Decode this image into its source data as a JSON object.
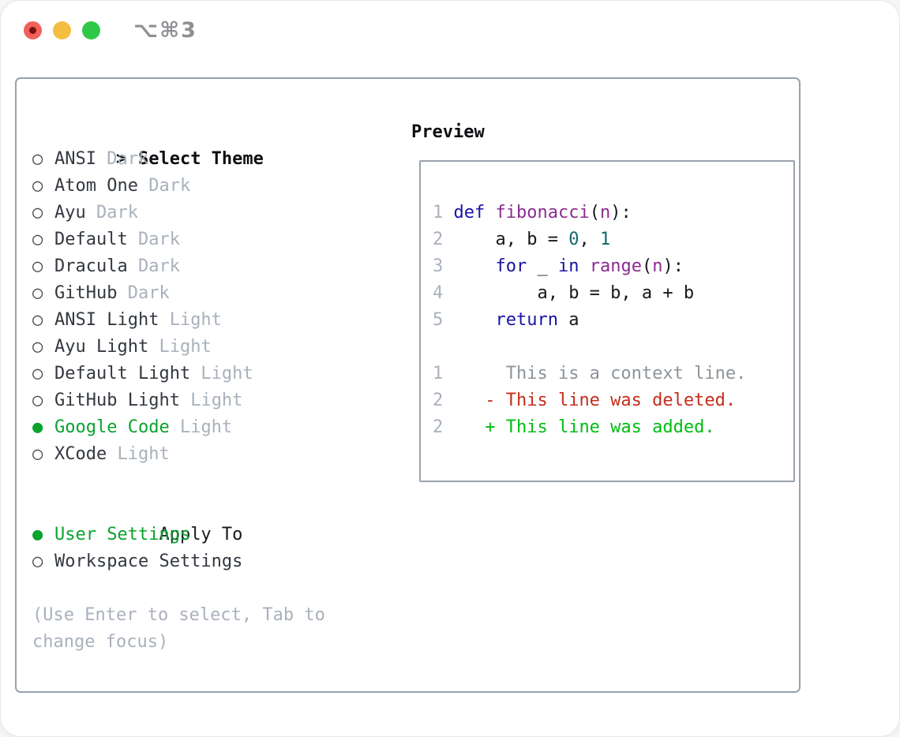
{
  "window": {
    "title_shortcut": "⌥⌘3"
  },
  "theme_panel": {
    "prompt": ">",
    "title": "Select Theme",
    "themes": [
      {
        "name": "ANSI",
        "variant": "Dark",
        "selected": false
      },
      {
        "name": "Atom One",
        "variant": "Dark",
        "selected": false
      },
      {
        "name": "Ayu",
        "variant": "Dark",
        "selected": false
      },
      {
        "name": "Default",
        "variant": "Dark",
        "selected": false
      },
      {
        "name": "Dracula",
        "variant": "Dark",
        "selected": false
      },
      {
        "name": "GitHub",
        "variant": "Dark",
        "selected": false
      },
      {
        "name": "ANSI Light",
        "variant": "Light",
        "selected": false
      },
      {
        "name": "Ayu Light",
        "variant": "Light",
        "selected": false
      },
      {
        "name": "Default Light",
        "variant": "Light",
        "selected": false
      },
      {
        "name": "GitHub Light",
        "variant": "Light",
        "selected": false
      },
      {
        "name": "Google Code",
        "variant": "Light",
        "selected": true
      },
      {
        "name": "XCode",
        "variant": "Light",
        "selected": false
      }
    ],
    "apply_to": {
      "title": "Apply To",
      "options": [
        {
          "label": "User Settings",
          "selected": true
        },
        {
          "label": "Workspace Settings",
          "selected": false
        }
      ]
    },
    "hint": "(Use Enter to select, Tab to change focus)"
  },
  "preview": {
    "title": "Preview",
    "code_lines": [
      [
        {
          "c": "ln",
          "t": "1 "
        },
        {
          "c": "kw",
          "t": "def"
        },
        {
          "c": "pl",
          "t": " "
        },
        {
          "c": "ti",
          "t": "fibonacci"
        },
        {
          "c": "pl",
          "t": "("
        },
        {
          "c": "ti",
          "t": "n"
        },
        {
          "c": "pl",
          "t": "):"
        }
      ],
      [
        {
          "c": "ln",
          "t": "2 "
        },
        {
          "c": "pl",
          "t": "    a, b = "
        },
        {
          "c": "nu",
          "t": "0"
        },
        {
          "c": "pl",
          "t": ", "
        },
        {
          "c": "nu",
          "t": "1"
        }
      ],
      [
        {
          "c": "ln",
          "t": "3 "
        },
        {
          "c": "pl",
          "t": "    "
        },
        {
          "c": "kw",
          "t": "for"
        },
        {
          "c": "pl",
          "t": " _ "
        },
        {
          "c": "kw",
          "t": "in"
        },
        {
          "c": "pl",
          "t": " "
        },
        {
          "c": "ti",
          "t": "range"
        },
        {
          "c": "pl",
          "t": "("
        },
        {
          "c": "ti",
          "t": "n"
        },
        {
          "c": "pl",
          "t": "):"
        }
      ],
      [
        {
          "c": "ln",
          "t": "4 "
        },
        {
          "c": "pl",
          "t": "        a, b = b, a + b"
        }
      ],
      [
        {
          "c": "ln",
          "t": "5 "
        },
        {
          "c": "pl",
          "t": "    "
        },
        {
          "c": "kw",
          "t": "return"
        },
        {
          "c": "pl",
          "t": " a"
        }
      ],
      [],
      [
        {
          "c": "ln",
          "t": "1 "
        },
        {
          "c": "ctx",
          "t": "     This is a context line."
        }
      ],
      [
        {
          "c": "ln",
          "t": "2 "
        },
        {
          "c": "del",
          "t": "   - This line was deleted."
        }
      ],
      [
        {
          "c": "ln",
          "t": "2 "
        },
        {
          "c": "add",
          "t": "   + This line was added."
        }
      ]
    ]
  },
  "colors": {
    "selected_green": "#0aa32e",
    "added_green": "#00bd13",
    "deleted_red": "#c52d1b",
    "keyword_blue": "#1715a3",
    "title_purple": "#8b2c8f",
    "number_teal": "#0e696b",
    "line_number_gray": "#a9b1bc",
    "context_gray": "#8d949b",
    "name_dark": "#33383f",
    "variant_gray": "#a9b1bc",
    "border_gray": "#9aa2ad",
    "hint_gray": "#a9b1bc",
    "traffic_red": "#f2605b",
    "traffic_red_dot": "#7a120e",
    "traffic_yellow": "#f6be40",
    "traffic_green": "#30c848",
    "titlebar_gray": "#8f9094"
  }
}
